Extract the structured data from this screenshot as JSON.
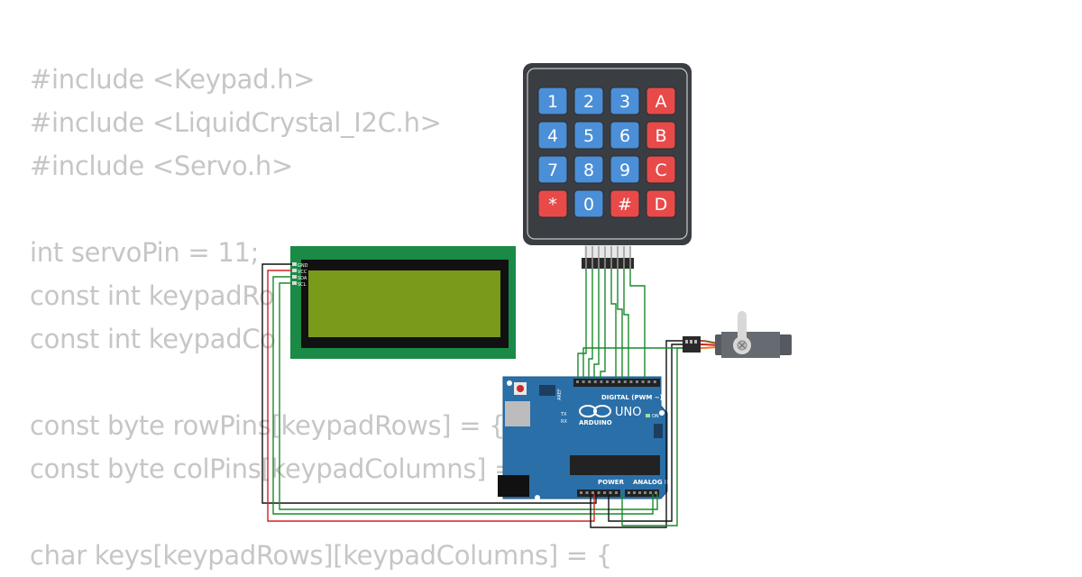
{
  "code_lines": [
    "#include <Keypad.h>",
    "#include <LiquidCrystal_I2C.h>",
    "#include <Servo.h>",
    "",
    "int servoPin = 11;",
    "const int keypadRo",
    "const int keypadCo",
    "",
    "const byte rowPins[keypadRows] = {",
    "const byte colPins[keypadColumns] = {",
    "",
    "char keys[keypadRows][keypadColumns] = {"
  ],
  "keypad": {
    "keys": [
      "1",
      "2",
      "3",
      "A",
      "4",
      "5",
      "6",
      "B",
      "7",
      "8",
      "9",
      "C",
      "*",
      "0",
      "#",
      "D"
    ],
    "digit_color": "#4a8fd8",
    "letter_color": "#e84a4a",
    "body_color": "#3a3d42"
  },
  "lcd": {
    "pins": [
      "GND",
      "VCC",
      "SDA",
      "SCL"
    ],
    "pcb_color": "#1a8a46",
    "screen_color": "#7a9a1a"
  },
  "arduino": {
    "brand": "ARDUINO",
    "model": "UNO",
    "digital_label": "DIGITAL (PWM ~)",
    "analog_label": "ANALOG IN",
    "power_label": "POWER",
    "on_label": "ON",
    "tx_label": "TX",
    "rx_label": "RX",
    "aref_label": "AREF",
    "board_color": "#2a6fa8"
  },
  "wire_colors": {
    "signal": "#1a8a2a",
    "ground": "#111111",
    "power": "#d42020",
    "servo_signal": "#f07a1a"
  }
}
